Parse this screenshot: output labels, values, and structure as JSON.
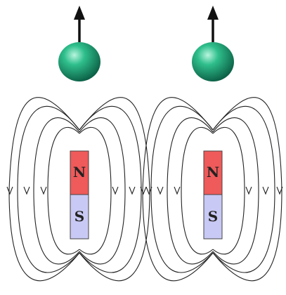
{
  "magnets": [
    {
      "north_label": "N",
      "south_label": "S"
    },
    {
      "north_label": "N",
      "south_label": "S"
    }
  ],
  "colors": {
    "north": "#ef5a5a",
    "south": "#c9c9f5",
    "sphere": "#139b6f",
    "sphere_highlight": "#9fe8cf",
    "arrow": "#111111",
    "field_line": "#222222"
  },
  "icons": {
    "spin_arrow": "up-arrow-icon",
    "particle": "sphere-icon"
  }
}
